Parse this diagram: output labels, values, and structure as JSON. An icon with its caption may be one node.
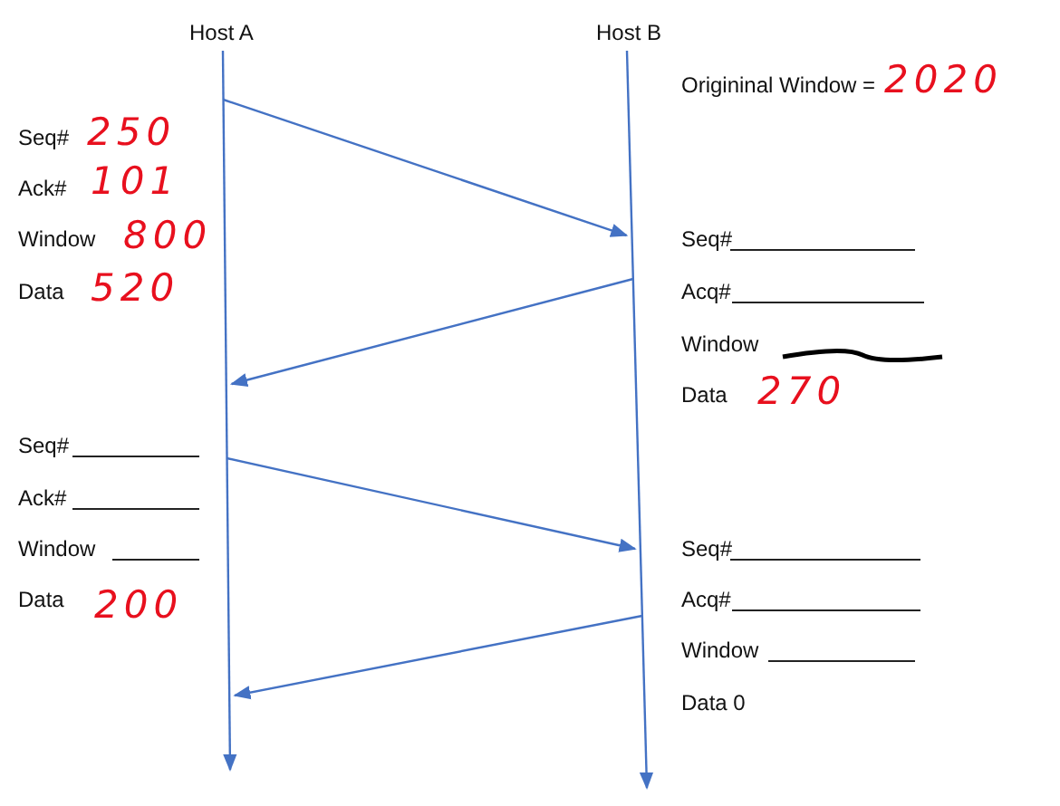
{
  "diagram": {
    "nodes": [
      {
        "text": [
          "Host A"
        ]
      },
      {
        "text": [
          "Host B"
        ]
      }
    ],
    "edges": [
      {
        "from": 0,
        "to": 1,
        "arrow": "to"
      },
      {
        "from": 1,
        "to": 0,
        "arrow": "to"
      },
      {
        "from": 0,
        "to": 1,
        "arrow": "to"
      },
      {
        "from": 1,
        "to": 0,
        "arrow": "to"
      }
    ],
    "labels": [
      "Origininal Window =",
      "2020",
      "Seq#",
      "250",
      "Ack#",
      "101",
      "Window",
      "800",
      "Data",
      "520",
      "Seq#",
      "Acq#",
      "Window",
      "Data",
      "270",
      "Seq#",
      "Ack#",
      "Window",
      "Data",
      "200",
      "Seq#",
      "Acq#",
      "Window",
      "Data 0"
    ]
  }
}
